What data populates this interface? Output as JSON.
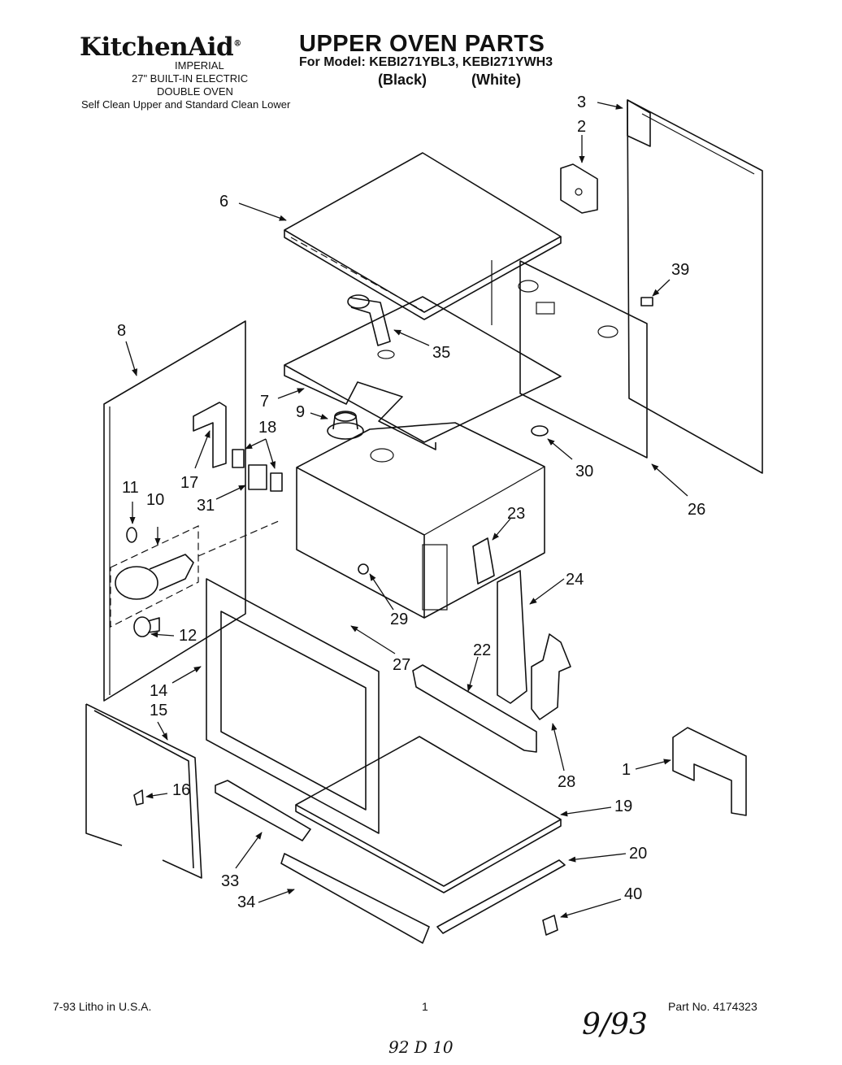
{
  "brand": {
    "logo_text": "KitchenAid",
    "subtitle_lines": [
      "IMPERIAL",
      "27\" BUILT-IN ELECTRIC",
      "DOUBLE OVEN"
    ],
    "description": "Self Clean Upper and Standard Clean Lower"
  },
  "title": "UPPER OVEN PARTS",
  "model_line": "For Model: KEBI271YBL3,  KEBI271YWH3",
  "variants": [
    "(Black)",
    "(White)"
  ],
  "callouts": [
    "3",
    "2",
    "6",
    "39",
    "8",
    "35",
    "7",
    "9",
    "18",
    "17",
    "30",
    "26",
    "11",
    "10",
    "31",
    "23",
    "24",
    "29",
    "12",
    "22",
    "27",
    "14",
    "15",
    "28",
    "16",
    "1",
    "19",
    "20",
    "33",
    "34",
    "40"
  ],
  "footer": {
    "litho": "7-93  Litho in U.S.A.",
    "page": "1",
    "part_no": "Part No. 4174323"
  },
  "handwritten": {
    "date": "9/93",
    "code": "92 D 10"
  }
}
